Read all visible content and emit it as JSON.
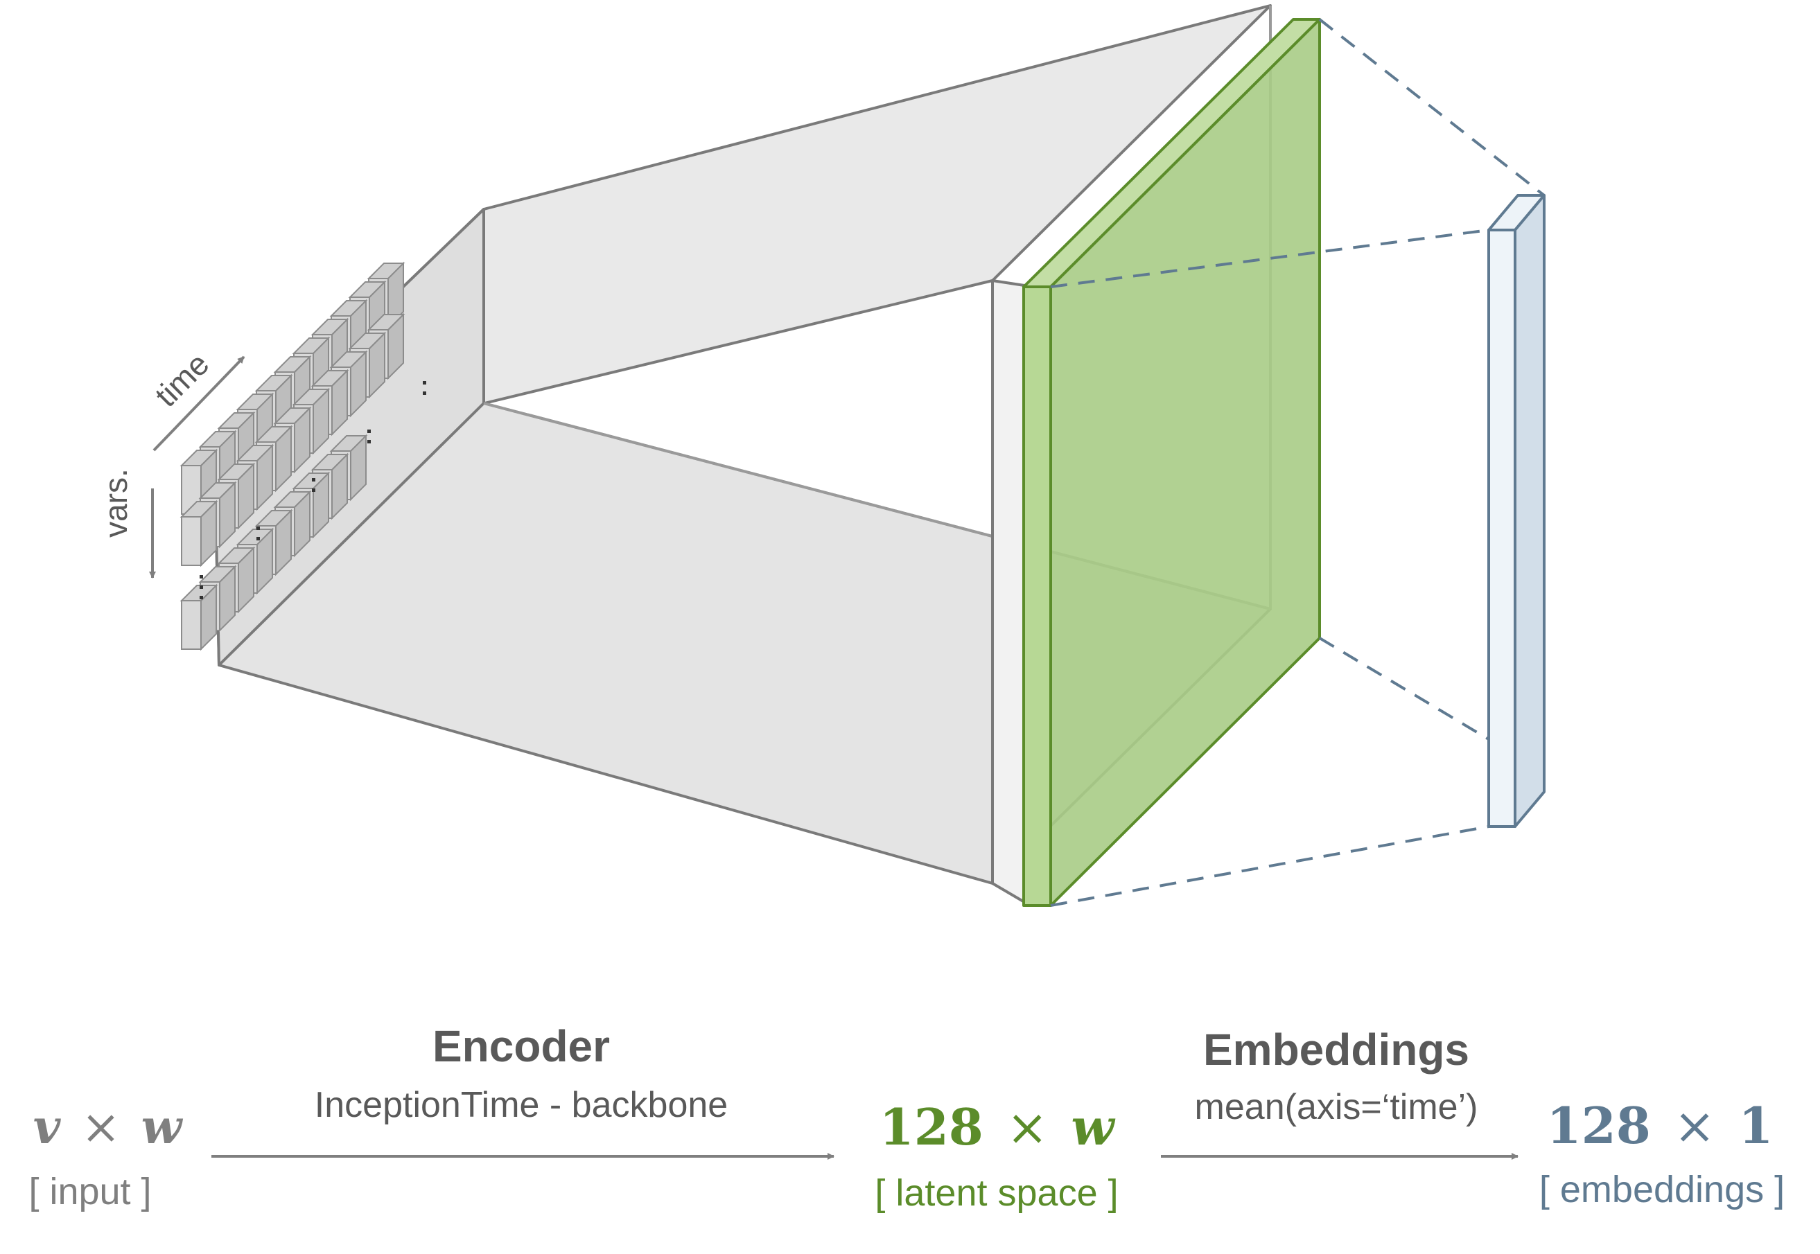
{
  "axes": {
    "time_label": "time",
    "vars_label": "vars."
  },
  "stages": {
    "input": {
      "dim_v": "v",
      "times": "×",
      "dim_w": "w",
      "caption": "[ input ]",
      "color": "#7f7f7f"
    },
    "encoder": {
      "title": "Encoder",
      "subtitle": "InceptionTime - backbone",
      "color": "#595959"
    },
    "latent": {
      "dim_a": "128",
      "times": "×",
      "dim_b": "w",
      "caption": "[ latent space ]",
      "color": "#5b8c2a"
    },
    "embeddings_step": {
      "title": "Embeddings",
      "subtitle": "mean(axis=‘time’)",
      "color": "#595959"
    },
    "output": {
      "dim_a": "128",
      "times": "×",
      "dim_b": "1",
      "caption": "[ embeddings ]",
      "color": "#5f7a91"
    }
  },
  "colors": {
    "frustum_fill": "#e7e7e7",
    "frustum_stroke": "#7a7a7a",
    "cell_fill": "#d9d9d9",
    "latent_fill": "#a9cc86",
    "latent_stroke": "#5b8c2a",
    "embed_fill": "#dbe5ee",
    "embed_stroke": "#5f7a91",
    "arrow": "#7f7f7f"
  }
}
